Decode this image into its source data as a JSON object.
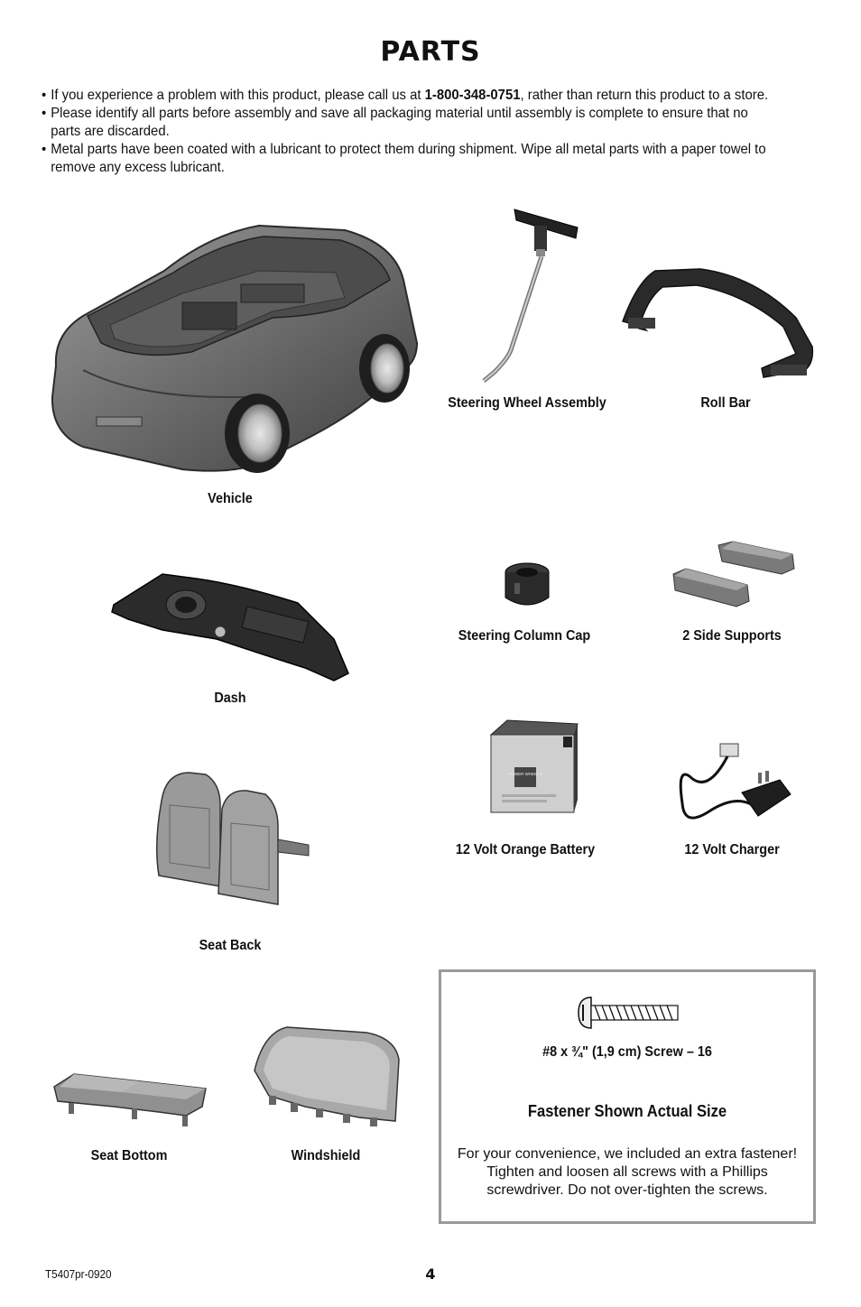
{
  "page": {
    "title": "PARTS",
    "notes": [
      {
        "before": "If you experience a problem with this product, please call us at ",
        "bold": "1-800-348-0751",
        "after": ", rather than return this product to a store."
      },
      {
        "before": "Please identify all parts before assembly and save all packaging material until assembly is complete to ensure that no parts are discarded.",
        "bold": "",
        "after": ""
      },
      {
        "before": "Metal parts have been coated with a lubricant to protect them during shipment. Wipe all metal parts with a paper towel to remove any excess lubricant.",
        "bold": "",
        "after": ""
      }
    ],
    "bullet": "•"
  },
  "parts": {
    "vehicle": "Vehicle",
    "steering_wheel": "Steering Wheel Assembly",
    "roll_bar": "Roll Bar",
    "dash": "Dash",
    "steering_cap": "Steering Column Cap",
    "side_supports": "2 Side Supports",
    "battery": "12 Volt Orange Battery",
    "charger": "12 Volt Charger",
    "seat_back": "Seat Back",
    "seat_bottom": "Seat Bottom",
    "windshield": "Windshield",
    "battery_logo": "POWER WHEELS"
  },
  "fastener": {
    "screw": "#8 x ¾\" (1,9 cm) Screw – 16",
    "title": "Fastener Shown Actual Size",
    "note": "For your convenience, we included an extra fastener! Tighten and loosen all screws with a Phillips screwdriver. Do not over-tighten the screws."
  },
  "footer": {
    "code": "T5407pr-0920",
    "page_number": "4"
  },
  "colors": {
    "part_dark": "#2e2e2e",
    "part_mid": "#6a6a6a",
    "part_light": "#a8a8a8",
    "box_border": "#9a9a9a"
  }
}
